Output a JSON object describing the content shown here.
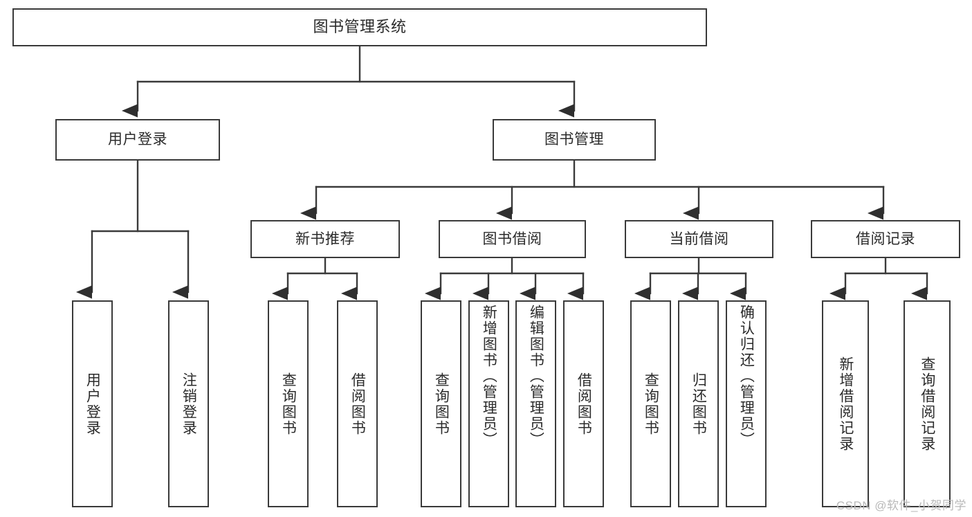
{
  "diagram": {
    "title": "图书管理系统",
    "type": "tree",
    "background_color": "#ffffff",
    "line_color": "#3a3a3a",
    "text_color": "#2b2b2b",
    "nodes": {
      "root": {
        "label": "图书管理系统"
      },
      "user_login": {
        "label": "用户登录"
      },
      "book_manage": {
        "label": "图书管理"
      },
      "new_book_rec": {
        "label": "新书推荐"
      },
      "book_borrow": {
        "label": "图书借阅"
      },
      "current_borrow": {
        "label": "当前借阅"
      },
      "borrow_record": {
        "label": "借阅记录"
      },
      "leaf_user_login": {
        "label": "用户登录"
      },
      "leaf_logout": {
        "label": "注销登录"
      },
      "leaf_query_book_1": {
        "label": "查询图书"
      },
      "leaf_borrow_book_1": {
        "label": "借阅图书"
      },
      "leaf_query_book_2": {
        "label": "查询图书"
      },
      "leaf_add_book": {
        "label": "新增图书（管理员）"
      },
      "leaf_edit_book": {
        "label": "编辑图书（管理员）"
      },
      "leaf_borrow_book_2": {
        "label": "借阅图书"
      },
      "leaf_query_book_3": {
        "label": "查询图书"
      },
      "leaf_return_book": {
        "label": "归还图书"
      },
      "leaf_confirm_return": {
        "label": "确认归还（管理员）"
      },
      "leaf_add_record": {
        "label": "新增借阅记录"
      },
      "leaf_query_record": {
        "label": "查询借阅记录"
      }
    },
    "watermark": "CSDN @软件_小贺同学"
  }
}
